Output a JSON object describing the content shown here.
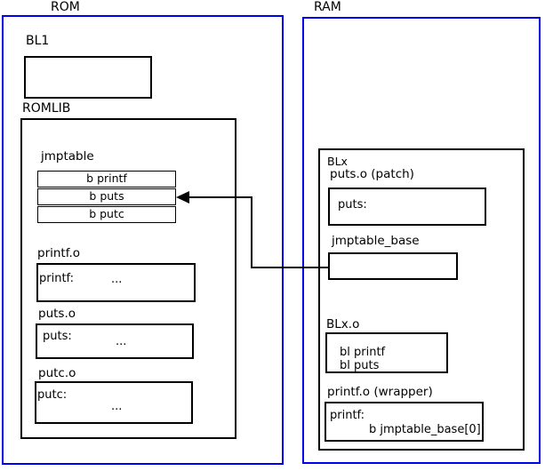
{
  "colors": {
    "frame_border": "#0000ee",
    "box_border": "#000000",
    "background": "#ffffff",
    "text": "#000000"
  },
  "rom": {
    "label": "ROM",
    "bl1": {
      "label": "BL1"
    },
    "romlib": {
      "label": "ROMLIB",
      "jmptable": {
        "label": "jmptable",
        "rows": [
          "b printf",
          "b puts",
          "b putc"
        ]
      },
      "objects": [
        {
          "label": "printf.o",
          "symbol": "printf:",
          "ellipsis": "..."
        },
        {
          "label": "puts.o",
          "symbol": "puts:",
          "ellipsis": "..."
        },
        {
          "label": "putc.o",
          "symbol": "putc:",
          "ellipsis": "..."
        }
      ]
    }
  },
  "ram": {
    "label": "RAM",
    "blx": {
      "label": "BLx",
      "puts_patch": {
        "label": "puts.o (patch)",
        "symbol": "puts:"
      },
      "jmptable_base": {
        "label": "jmptable_base"
      },
      "blx_o": {
        "label": "BLx.o",
        "lines": [
          "bl printf",
          "bl puts"
        ]
      },
      "printf_wrapper": {
        "label": "printf.o (wrapper)",
        "symbol": "printf:",
        "branch": "b jmptable_base[0]"
      }
    }
  }
}
